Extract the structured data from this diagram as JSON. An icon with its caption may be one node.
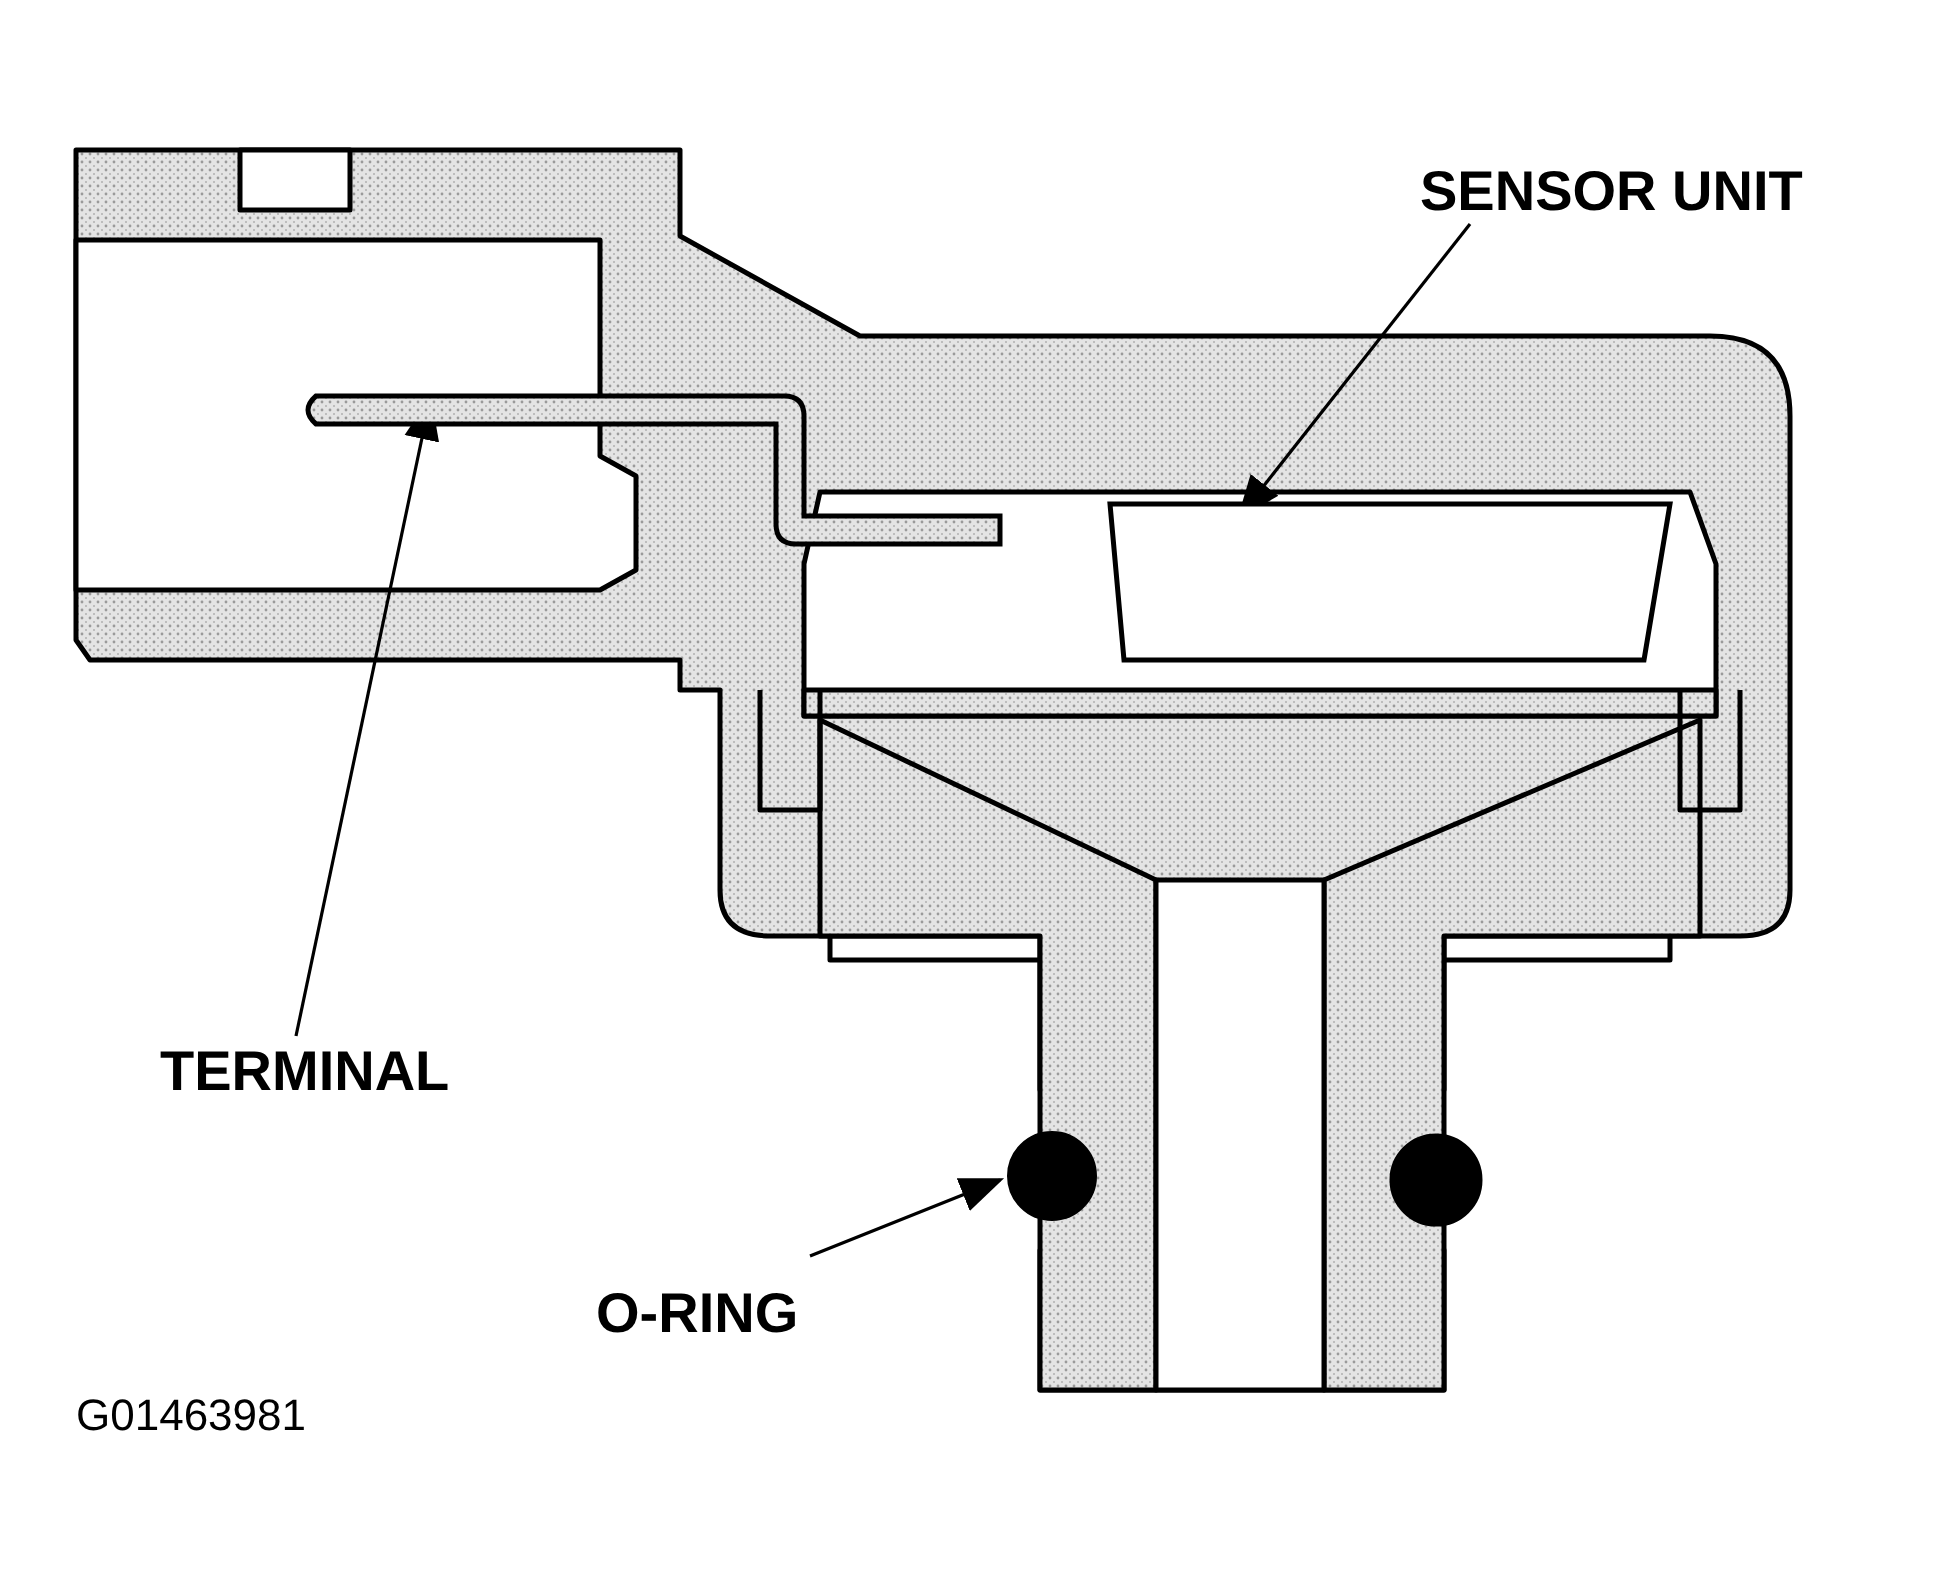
{
  "diagram": {
    "nodes": [
      {
        "text": [
          "SENSOR UNIT"
        ]
      },
      {
        "text": [],
        "shape": "box"
      },
      {
        "text": [
          "TERMINAL"
        ]
      },
      {
        "text": [],
        "shape": "bar"
      },
      {
        "text": [
          "O-RING"
        ]
      },
      {
        "text": [],
        "shape": "circle"
      }
    ],
    "edges": [
      {
        "from": 0,
        "to": 1,
        "arrow": "to"
      },
      {
        "from": 2,
        "to": 3,
        "arrow": "to"
      },
      {
        "from": 4,
        "to": 5,
        "arrow": "to"
      }
    ],
    "labels": [
      "G01463981"
    ]
  }
}
